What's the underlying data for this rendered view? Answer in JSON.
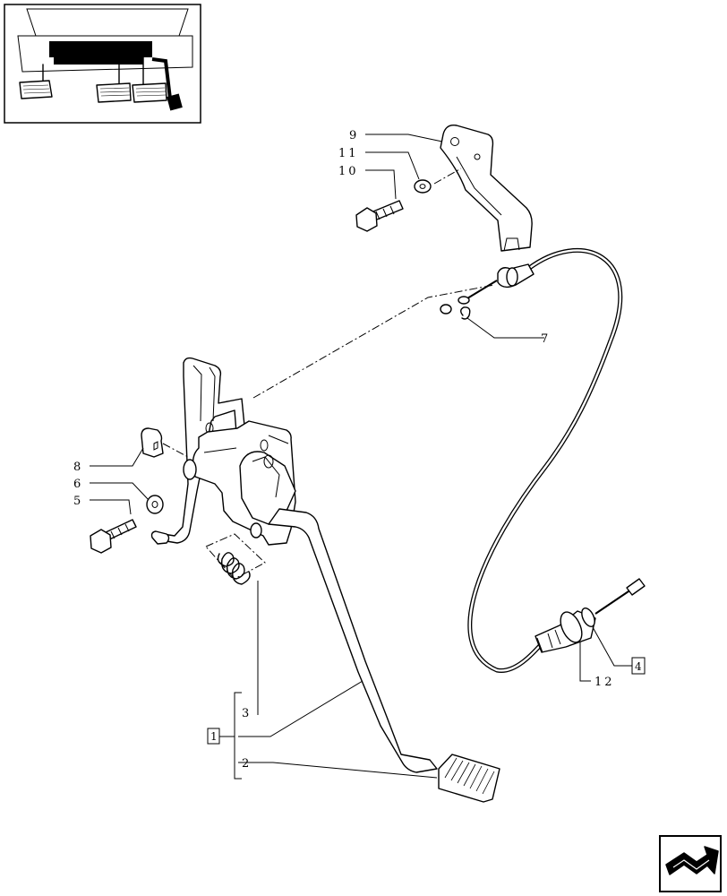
{
  "callouts": {
    "c1": "1",
    "c2": "2",
    "c3": "3",
    "c4": "4",
    "c5": "5",
    "c6": "6",
    "c7": "7",
    "c8": "8",
    "c9": "9",
    "c10": "10",
    "c11": "11",
    "c12": "12"
  },
  "icons": {
    "inset": "pedal-location-inset-icon",
    "nav": "next-page-arrow-icon"
  }
}
